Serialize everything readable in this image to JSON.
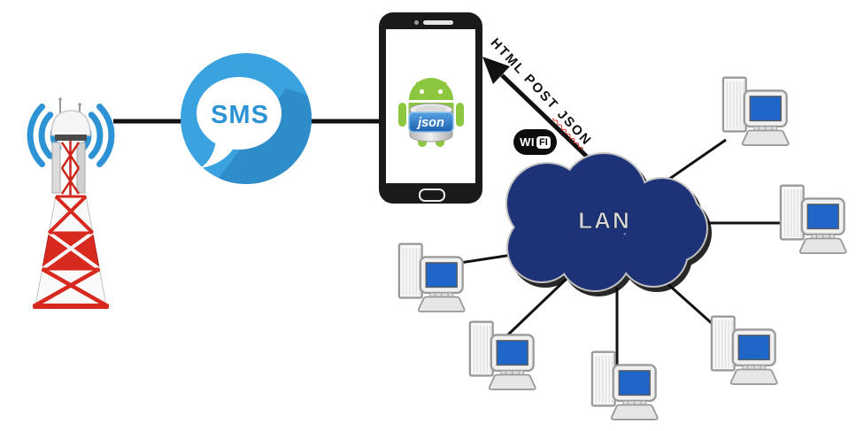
{
  "diagram": {
    "type": "sms-to-lan-network-architecture",
    "tower": {
      "icon": "cell-tower-icon",
      "waves_icon": "radio-waves-icon"
    },
    "sms": {
      "label": "SMS",
      "icon": "sms-chat-bubble-icon"
    },
    "phone": {
      "icon": "android-smartphone-icon",
      "screen_badge": "json"
    },
    "arrow": {
      "label_prefix": "HTML POST ",
      "label_suffix": "JSON",
      "icon": "arrow-to-phone-icon"
    },
    "wifi": {
      "label_left": "WI",
      "label_right": "FI",
      "icon": "wifi-logo-icon"
    },
    "cloud": {
      "label": "LAN",
      "icon": "lan-cloud-icon"
    },
    "computers": {
      "icon": "desktop-computer-icon",
      "count": 6
    },
    "colors": {
      "sms_circle": "#3AA2DE",
      "sms_circle_shadow": "#2E8CC9",
      "sms_text": "#2E93D4",
      "android_green": "#8DC63F",
      "json_badge_blue": "#2B7CD0",
      "cloud_navy": "#1E3377",
      "cloud_label": "#D6D6D6",
      "computer_screen_blue": "#2066C8",
      "wave_blue": "#2D93D4",
      "tower_red": "#D8291F",
      "line_color": "#111111",
      "misspell_underline": "#E02020"
    }
  }
}
